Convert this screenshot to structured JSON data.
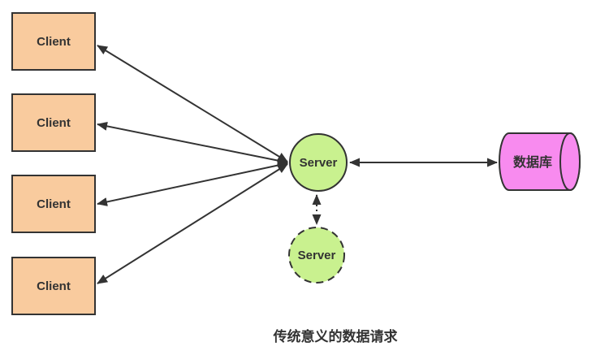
{
  "diagram": {
    "caption": "传统意义的数据请求",
    "clients": [
      {
        "label": "Client"
      },
      {
        "label": "Client"
      },
      {
        "label": "Client"
      },
      {
        "label": "Client"
      }
    ],
    "server": {
      "label": "Server"
    },
    "secondary_server": {
      "label": "Server"
    },
    "database": {
      "label": "数据库"
    },
    "edges": [
      {
        "from": "client-1",
        "to": "server",
        "style": "solid",
        "bidirectional": true
      },
      {
        "from": "client-2",
        "to": "server",
        "style": "solid",
        "bidirectional": true
      },
      {
        "from": "client-3",
        "to": "server",
        "style": "solid",
        "bidirectional": true
      },
      {
        "from": "client-4",
        "to": "server",
        "style": "solid",
        "bidirectional": true
      },
      {
        "from": "server",
        "to": "database",
        "style": "solid",
        "bidirectional": true
      },
      {
        "from": "server",
        "to": "secondary_server",
        "style": "dotted",
        "bidirectional": true
      }
    ]
  },
  "colors": {
    "client_fill": "#F9CB9E",
    "server_fill": "#C9F18F",
    "database_fill": "#F88BEF",
    "stroke": "#333333",
    "text": "#333333",
    "background": "#FFFFFF"
  }
}
